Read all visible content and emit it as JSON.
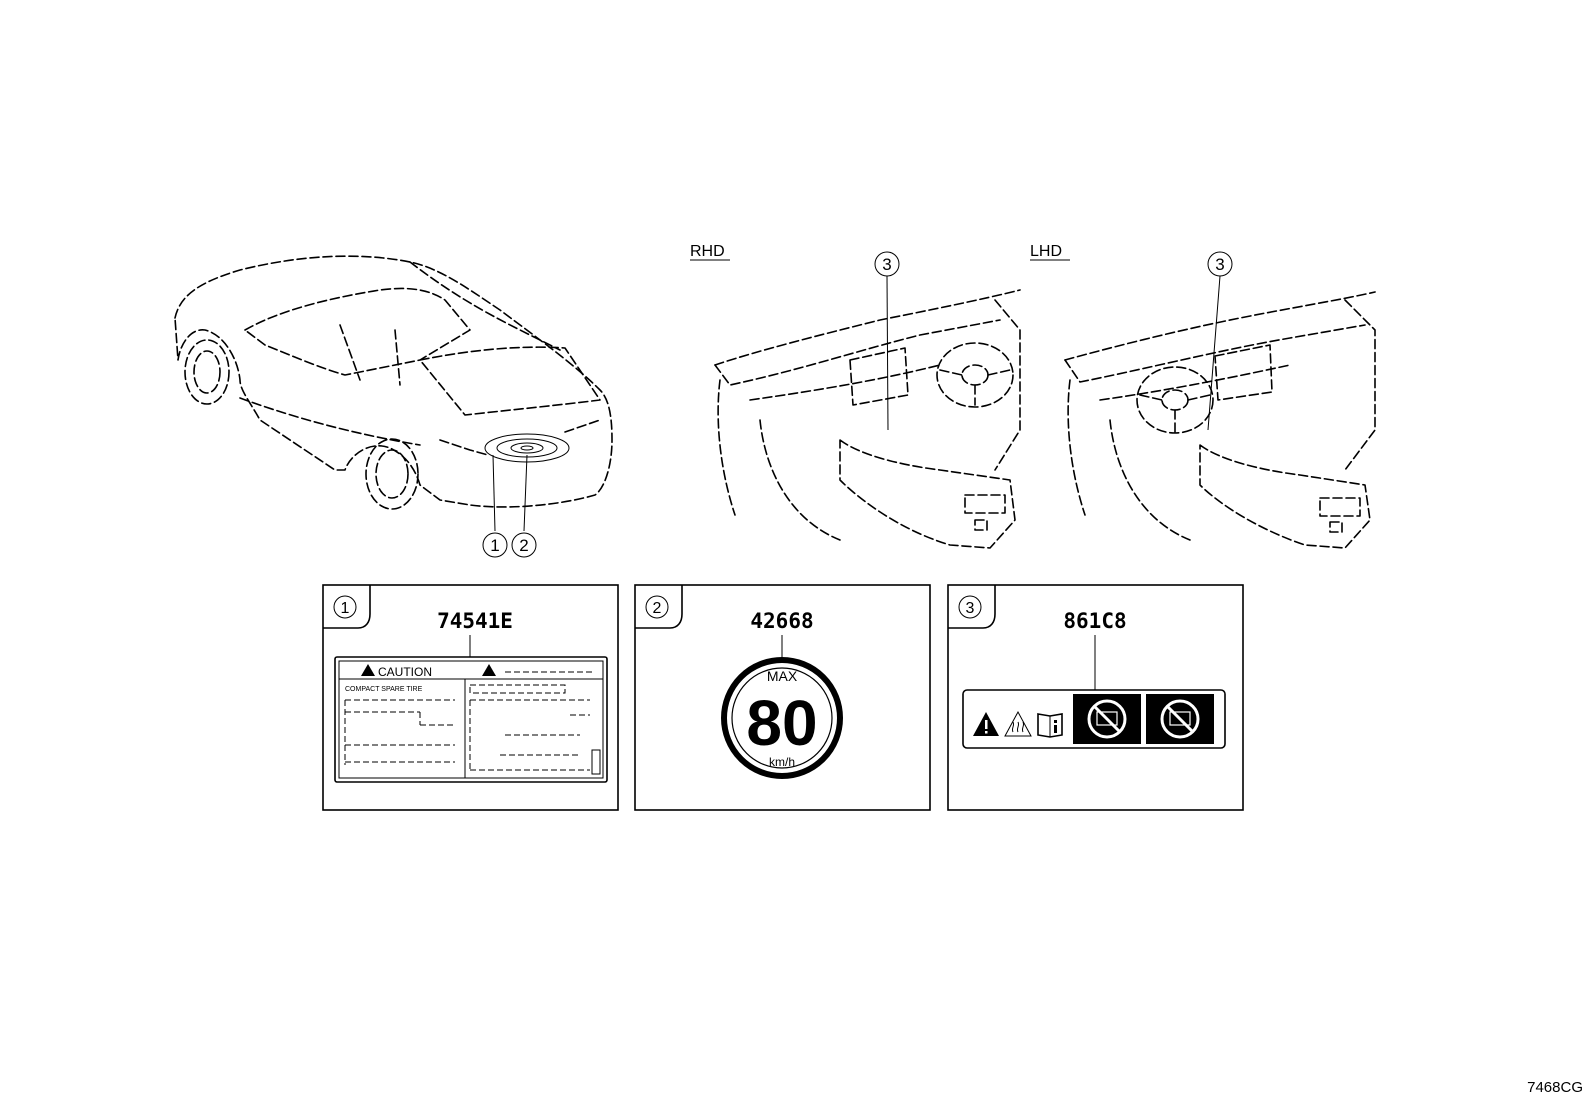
{
  "diagram_code": "7468CG",
  "views": {
    "rhd_label": "RHD",
    "lhd_label": "LHD"
  },
  "callouts": {
    "c1": "1",
    "c2": "2",
    "c3": "3"
  },
  "labels": [
    {
      "index": "1",
      "part_number": "74541E",
      "caution_heading": "CAUTION",
      "subheading": "COMPACT SPARE TIRE"
    },
    {
      "index": "2",
      "part_number": "42668",
      "max_text": "MAX",
      "speed_value": "80",
      "unit": "km/h"
    },
    {
      "index": "3",
      "part_number": "861C8"
    }
  ],
  "icons": [
    "warning-triangle-icon",
    "hot-surface-icon",
    "manual-info-icon",
    "no-item-icon",
    "no-item-icon"
  ]
}
